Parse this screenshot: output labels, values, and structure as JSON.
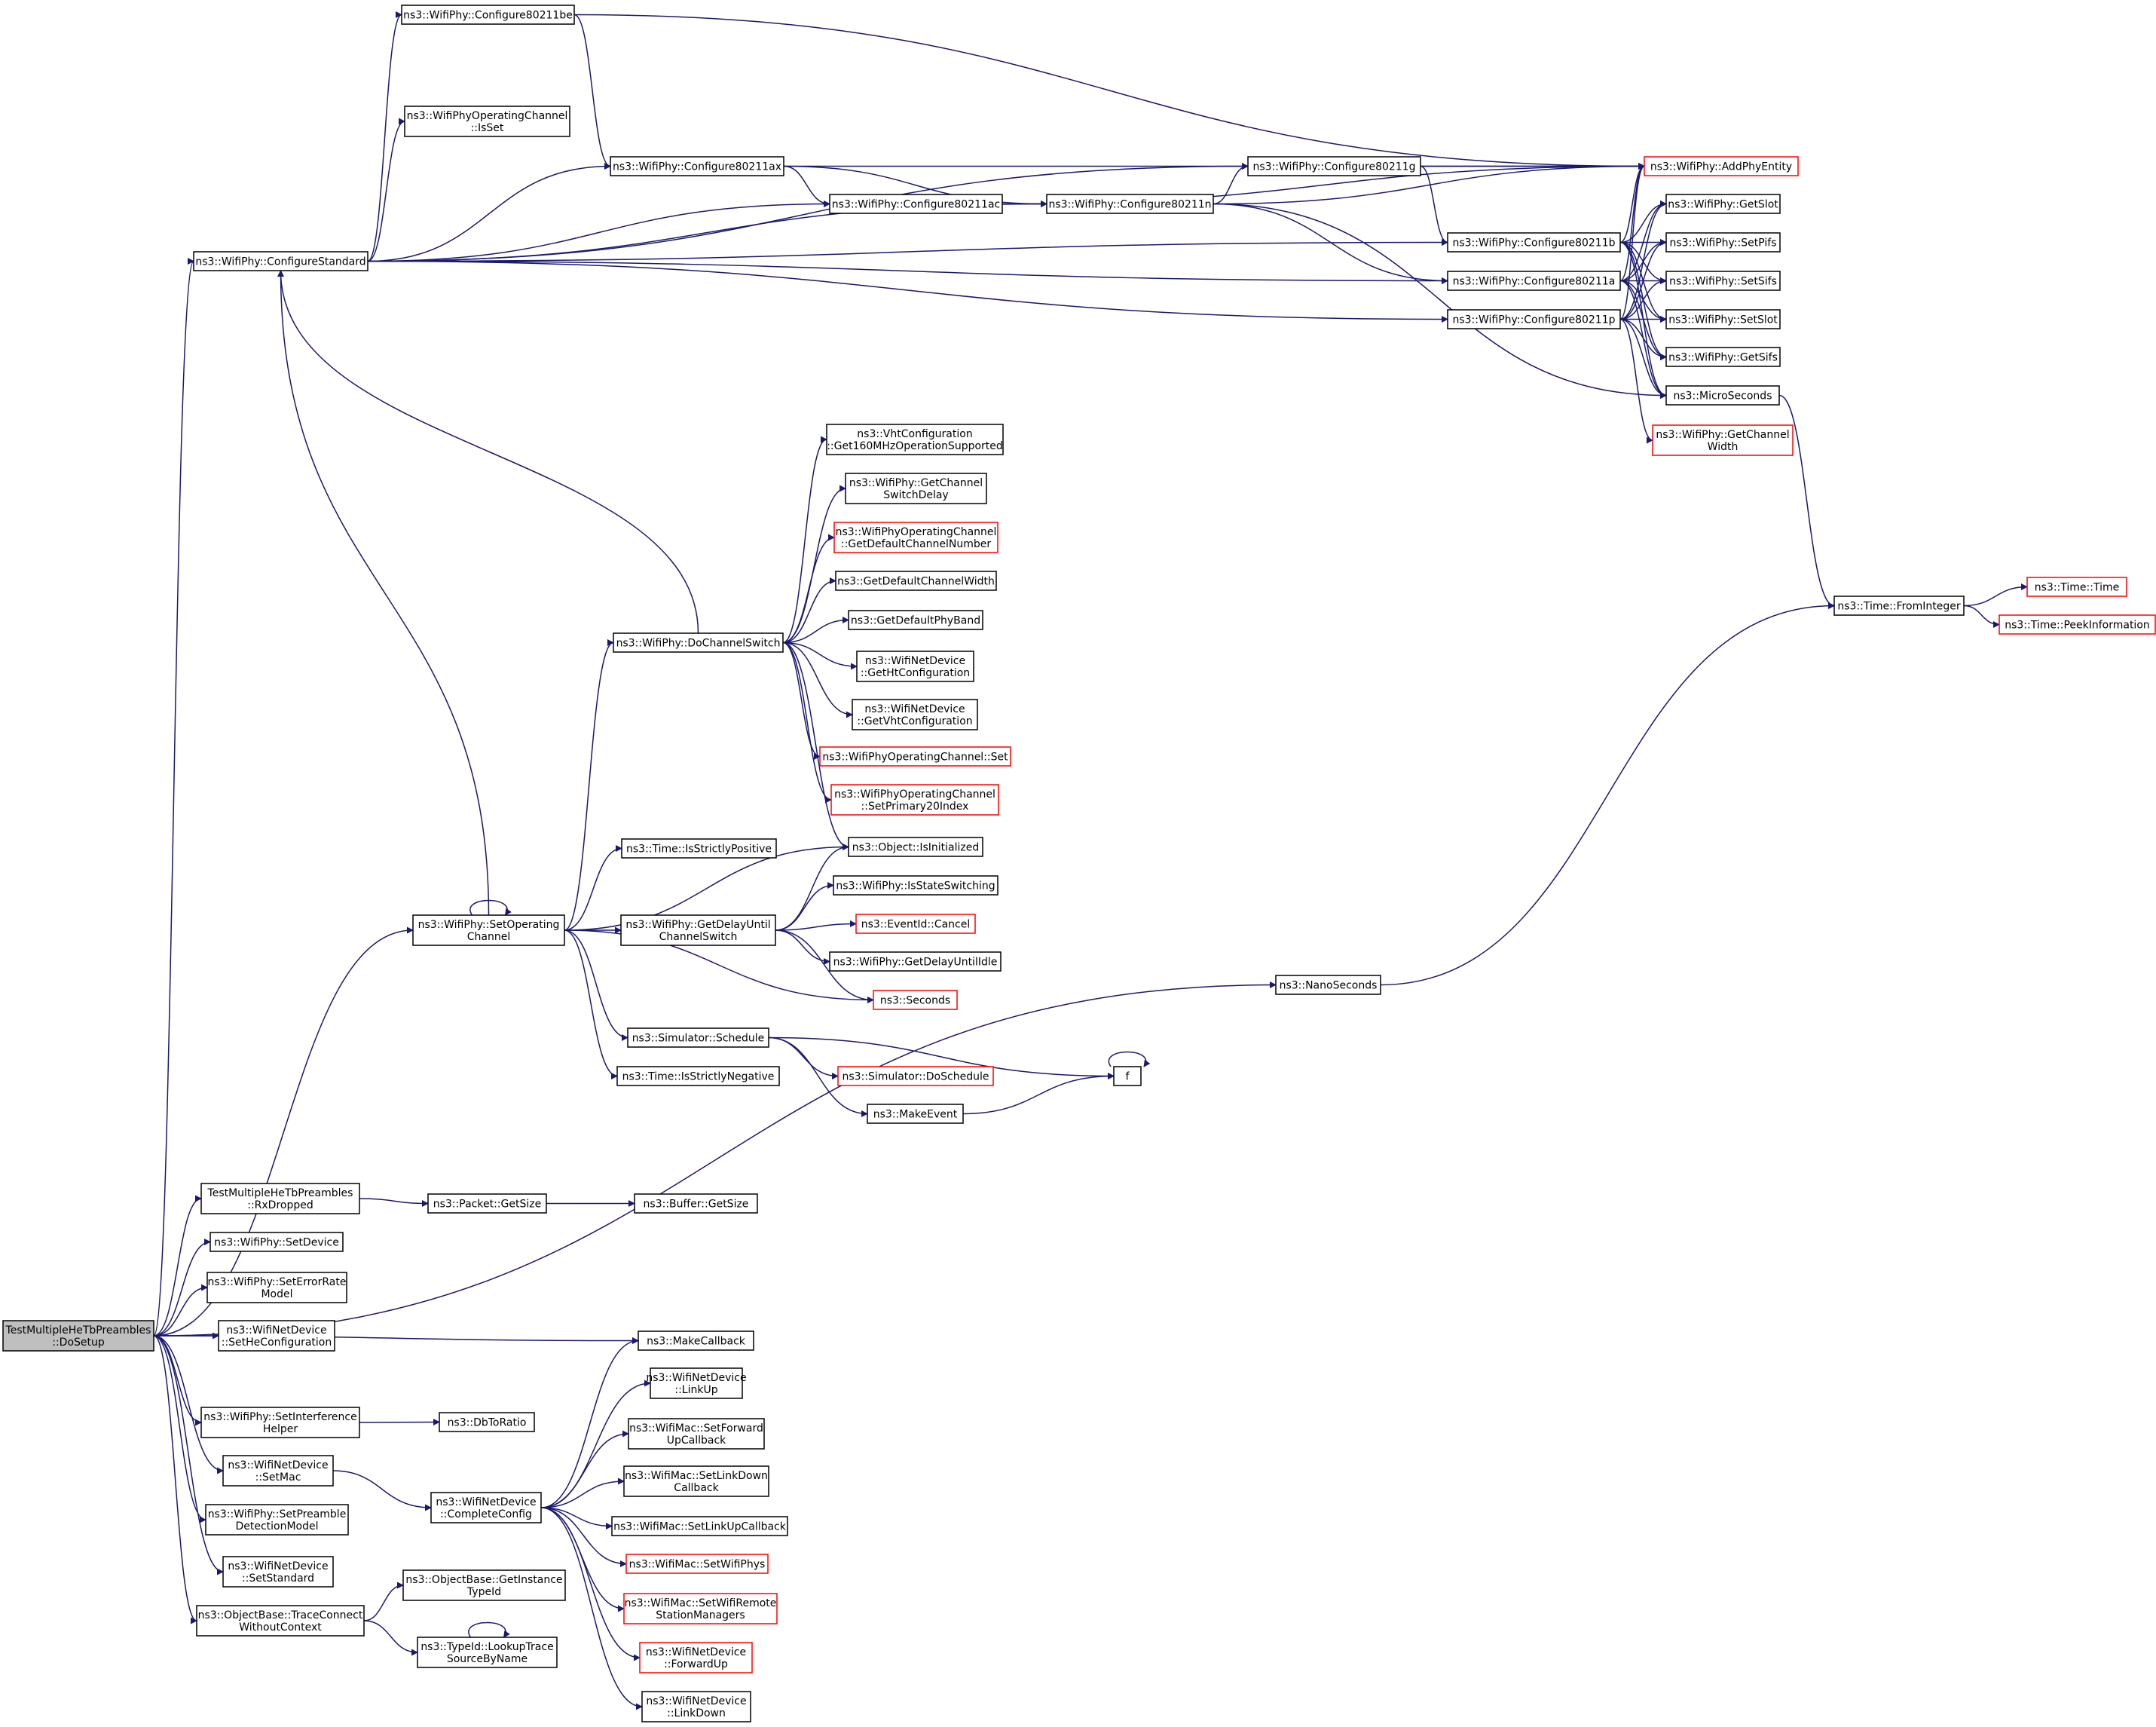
{
  "colors": {
    "edge": "#191970",
    "box_border": "#000000",
    "truncated_border": "#ff0000",
    "root_fill": "#bfbfbf",
    "background": "#ffffff"
  },
  "nodes": {
    "root": {
      "lines": [
        "TestMultipleHeTbPreambles",
        "::DoSetup"
      ],
      "style": "root"
    },
    "cfgStd": {
      "lines": [
        "ns3::WifiPhy::ConfigureStandard"
      ],
      "style": "normal"
    },
    "be": {
      "lines": [
        "ns3::WifiPhy::Configure80211be"
      ],
      "style": "normal"
    },
    "isSet": {
      "lines": [
        "ns3::WifiPhyOperatingChannel",
        "::IsSet"
      ],
      "style": "normal"
    },
    "ax": {
      "lines": [
        "ns3::WifiPhy::Configure80211ax"
      ],
      "style": "normal"
    },
    "ac": {
      "lines": [
        "ns3::WifiPhy::Configure80211ac"
      ],
      "style": "normal"
    },
    "n": {
      "lines": [
        "ns3::WifiPhy::Configure80211n"
      ],
      "style": "normal"
    },
    "g": {
      "lines": [
        "ns3::WifiPhy::Configure80211g"
      ],
      "style": "normal"
    },
    "b": {
      "lines": [
        "ns3::WifiPhy::Configure80211b"
      ],
      "style": "normal"
    },
    "a": {
      "lines": [
        "ns3::WifiPhy::Configure80211a"
      ],
      "style": "normal"
    },
    "p": {
      "lines": [
        "ns3::WifiPhy::Configure80211p"
      ],
      "style": "normal"
    },
    "addPhy": {
      "lines": [
        "ns3::WifiPhy::AddPhyEntity"
      ],
      "style": "red"
    },
    "getSlot": {
      "lines": [
        "ns3::WifiPhy::GetSlot"
      ],
      "style": "normal"
    },
    "setPifs": {
      "lines": [
        "ns3::WifiPhy::SetPifs"
      ],
      "style": "normal"
    },
    "setSifs": {
      "lines": [
        "ns3::WifiPhy::SetSifs"
      ],
      "style": "normal"
    },
    "setSlot": {
      "lines": [
        "ns3::WifiPhy::SetSlot"
      ],
      "style": "normal"
    },
    "getSifs": {
      "lines": [
        "ns3::WifiPhy::GetSifs"
      ],
      "style": "normal"
    },
    "micro": {
      "lines": [
        "ns3::MicroSeconds"
      ],
      "style": "normal"
    },
    "getChW": {
      "lines": [
        "ns3::WifiPhy::GetChannel",
        "Width"
      ],
      "style": "red"
    },
    "fromInt": {
      "lines": [
        "ns3::Time::FromInteger"
      ],
      "style": "normal"
    },
    "timeTime": {
      "lines": [
        "ns3::Time::Time"
      ],
      "style": "red"
    },
    "peek": {
      "lines": [
        "ns3::Time::PeekInformation"
      ],
      "style": "red"
    },
    "vht160": {
      "lines": [
        "ns3::VhtConfiguration",
        "::Get160MHzOperationSupported"
      ],
      "style": "normal"
    },
    "swDelay": {
      "lines": [
        "ns3::WifiPhy::GetChannel",
        "SwitchDelay"
      ],
      "style": "normal"
    },
    "defChNum": {
      "lines": [
        "ns3::WifiPhyOperatingChannel",
        "::GetDefaultChannelNumber"
      ],
      "style": "red"
    },
    "defChW": {
      "lines": [
        "ns3::GetDefaultChannelWidth"
      ],
      "style": "normal"
    },
    "defBand": {
      "lines": [
        "ns3::GetDefaultPhyBand"
      ],
      "style": "normal"
    },
    "doChSw": {
      "lines": [
        "ns3::WifiPhy::DoChannelSwitch"
      ],
      "style": "normal"
    },
    "htCfg": {
      "lines": [
        "ns3::WifiNetDevice",
        "::GetHtConfiguration"
      ],
      "style": "normal"
    },
    "vhtCfg": {
      "lines": [
        "ns3::WifiNetDevice",
        "::GetVhtConfiguration"
      ],
      "style": "normal"
    },
    "opSet": {
      "lines": [
        "ns3::WifiPhyOperatingChannel::Set"
      ],
      "style": "red"
    },
    "prim20": {
      "lines": [
        "ns3::WifiPhyOperatingChannel",
        "::SetPrimary20Index"
      ],
      "style": "red"
    },
    "strictPos": {
      "lines": [
        "ns3::Time::IsStrictlyPositive"
      ],
      "style": "normal"
    },
    "isInit": {
      "lines": [
        "ns3::Object::IsInitialized"
      ],
      "style": "normal"
    },
    "stateSw": {
      "lines": [
        "ns3::WifiPhy::IsStateSwitching"
      ],
      "style": "normal"
    },
    "setOpCh": {
      "lines": [
        "ns3::WifiPhy::SetOperating",
        "Channel"
      ],
      "style": "normal"
    },
    "delayCh": {
      "lines": [
        "ns3::WifiPhy::GetDelayUntil",
        "ChannelSwitch"
      ],
      "style": "normal"
    },
    "cancel": {
      "lines": [
        "ns3::EventId::Cancel"
      ],
      "style": "red"
    },
    "delayIdle": {
      "lines": [
        "ns3::WifiPhy::GetDelayUntilIdle"
      ],
      "style": "normal"
    },
    "seconds": {
      "lines": [
        "ns3::Seconds"
      ],
      "style": "red"
    },
    "schedule": {
      "lines": [
        "ns3::Simulator::Schedule"
      ],
      "style": "normal"
    },
    "doSched": {
      "lines": [
        "ns3::Simulator::DoSchedule"
      ],
      "style": "red"
    },
    "f": {
      "lines": [
        "f"
      ],
      "style": "normal"
    },
    "strictNeg": {
      "lines": [
        "ns3::Time::IsStrictlyNegative"
      ],
      "style": "normal"
    },
    "makeEvent": {
      "lines": [
        "ns3::MakeEvent"
      ],
      "style": "normal"
    },
    "nano": {
      "lines": [
        "ns3::NanoSeconds"
      ],
      "style": "normal"
    },
    "rxDrop": {
      "lines": [
        "TestMultipleHeTbPreambles",
        "::RxDropped"
      ],
      "style": "normal"
    },
    "pktSize": {
      "lines": [
        "ns3::Packet::GetSize"
      ],
      "style": "normal"
    },
    "bufSize": {
      "lines": [
        "ns3::Buffer::GetSize"
      ],
      "style": "normal"
    },
    "setDev": {
      "lines": [
        "ns3::WifiPhy::SetDevice"
      ],
      "style": "normal"
    },
    "setErr": {
      "lines": [
        "ns3::WifiPhy::SetErrorRate",
        "Model"
      ],
      "style": "normal"
    },
    "setHe": {
      "lines": [
        "ns3::WifiNetDevice",
        "::SetHeConfiguration"
      ],
      "style": "normal"
    },
    "makeCb": {
      "lines": [
        "ns3::MakeCallback"
      ],
      "style": "normal"
    },
    "linkUp": {
      "lines": [
        "ns3::WifiNetDevice",
        "::LinkUp"
      ],
      "style": "normal"
    },
    "setIntf": {
      "lines": [
        "ns3::WifiPhy::SetInterference",
        "Helper"
      ],
      "style": "normal"
    },
    "dbRatio": {
      "lines": [
        "ns3::DbToRatio"
      ],
      "style": "normal"
    },
    "fwdUpCb": {
      "lines": [
        "ns3::WifiMac::SetForward",
        "UpCallback"
      ],
      "style": "normal"
    },
    "setMac": {
      "lines": [
        "ns3::WifiNetDevice",
        "::SetMac"
      ],
      "style": "normal"
    },
    "linkDownCb": {
      "lines": [
        "ns3::WifiMac::SetLinkDown",
        "Callback"
      ],
      "style": "normal"
    },
    "complete": {
      "lines": [
        "ns3::WifiNetDevice",
        "::CompleteConfig"
      ],
      "style": "normal"
    },
    "setPre": {
      "lines": [
        "ns3::WifiPhy::SetPreamble",
        "DetectionModel"
      ],
      "style": "normal"
    },
    "linkUpCb": {
      "lines": [
        "ns3::WifiMac::SetLinkUpCallback"
      ],
      "style": "normal"
    },
    "setStd": {
      "lines": [
        "ns3::WifiNetDevice",
        "::SetStandard"
      ],
      "style": "normal"
    },
    "setPhys": {
      "lines": [
        "ns3::WifiMac::SetWifiPhys"
      ],
      "style": "red"
    },
    "getTid": {
      "lines": [
        "ns3::ObjectBase::GetInstance",
        "TypeId"
      ],
      "style": "normal"
    },
    "remoteMgr": {
      "lines": [
        "ns3::WifiMac::SetWifiRemote",
        "StationManagers"
      ],
      "style": "red"
    },
    "traceConn": {
      "lines": [
        "ns3::ObjectBase::TraceConnect",
        "WithoutContext"
      ],
      "style": "normal"
    },
    "lookup": {
      "lines": [
        "ns3::TypeId::LookupTrace",
        "SourceByName"
      ],
      "style": "normal"
    },
    "fwdUp": {
      "lines": [
        "ns3::WifiNetDevice",
        "::ForwardUp"
      ],
      "style": "red"
    },
    "linkDown": {
      "lines": [
        "ns3::WifiNetDevice",
        "::LinkDown"
      ],
      "style": "normal"
    }
  },
  "edges": [
    [
      "root",
      "cfgStd"
    ],
    [
      "root",
      "setOpCh"
    ],
    [
      "root",
      "nano"
    ],
    [
      "root",
      "rxDrop"
    ],
    [
      "root",
      "setDev"
    ],
    [
      "root",
      "setErr"
    ],
    [
      "root",
      "setHe"
    ],
    [
      "root",
      "makeCb"
    ],
    [
      "root",
      "setIntf"
    ],
    [
      "root",
      "setMac"
    ],
    [
      "root",
      "setPre"
    ],
    [
      "root",
      "setStd"
    ],
    [
      "root",
      "traceConn"
    ],
    [
      "cfgStd",
      "be"
    ],
    [
      "cfgStd",
      "isSet"
    ],
    [
      "cfgStd",
      "ax"
    ],
    [
      "cfgStd",
      "ac"
    ],
    [
      "cfgStd",
      "n"
    ],
    [
      "cfgStd",
      "g"
    ],
    [
      "cfgStd",
      "b"
    ],
    [
      "cfgStd",
      "a"
    ],
    [
      "cfgStd",
      "p"
    ],
    [
      "be",
      "addPhy"
    ],
    [
      "be",
      "ax"
    ],
    [
      "ax",
      "addPhy"
    ],
    [
      "ax",
      "ac"
    ],
    [
      "ax",
      "n"
    ],
    [
      "ac",
      "addPhy"
    ],
    [
      "ac",
      "n"
    ],
    [
      "n",
      "g"
    ],
    [
      "n",
      "addPhy"
    ],
    [
      "n",
      "a"
    ],
    [
      "n",
      "micro"
    ],
    [
      "g",
      "addPhy"
    ],
    [
      "g",
      "b"
    ],
    [
      "b",
      "addPhy"
    ],
    [
      "b",
      "getSlot"
    ],
    [
      "b",
      "setPifs"
    ],
    [
      "b",
      "setSifs"
    ],
    [
      "b",
      "setSlot"
    ],
    [
      "b",
      "getSifs"
    ],
    [
      "b",
      "micro"
    ],
    [
      "a",
      "addPhy"
    ],
    [
      "a",
      "getSlot"
    ],
    [
      "a",
      "setPifs"
    ],
    [
      "a",
      "setSifs"
    ],
    [
      "a",
      "setSlot"
    ],
    [
      "a",
      "getSifs"
    ],
    [
      "a",
      "micro"
    ],
    [
      "p",
      "addPhy"
    ],
    [
      "p",
      "getSlot"
    ],
    [
      "p",
      "setPifs"
    ],
    [
      "p",
      "setSifs"
    ],
    [
      "p",
      "setSlot"
    ],
    [
      "p",
      "getSifs"
    ],
    [
      "p",
      "micro"
    ],
    [
      "p",
      "getChW"
    ],
    [
      "micro",
      "fromInt"
    ],
    [
      "fromInt",
      "timeTime"
    ],
    [
      "fromInt",
      "peek"
    ],
    [
      "nano",
      "fromInt"
    ],
    [
      "doChSw",
      "cfgStd"
    ],
    [
      "doChSw",
      "vht160"
    ],
    [
      "doChSw",
      "swDelay"
    ],
    [
      "doChSw",
      "defChNum"
    ],
    [
      "doChSw",
      "defChW"
    ],
    [
      "doChSw",
      "defBand"
    ],
    [
      "doChSw",
      "htCfg"
    ],
    [
      "doChSw",
      "vhtCfg"
    ],
    [
      "doChSw",
      "opSet"
    ],
    [
      "doChSw",
      "prim20"
    ],
    [
      "doChSw",
      "isInit"
    ],
    [
      "setOpCh",
      "cfgStd"
    ],
    [
      "setOpCh",
      "doChSw"
    ],
    [
      "setOpCh",
      "strictPos"
    ],
    [
      "setOpCh",
      "isInit"
    ],
    [
      "setOpCh",
      "delayCh"
    ],
    [
      "setOpCh",
      "seconds"
    ],
    [
      "setOpCh",
      "schedule"
    ],
    [
      "setOpCh",
      "strictNeg"
    ],
    [
      "setOpCh",
      "setOpCh"
    ],
    [
      "delayCh",
      "isInit"
    ],
    [
      "delayCh",
      "stateSw"
    ],
    [
      "delayCh",
      "cancel"
    ],
    [
      "delayCh",
      "delayIdle"
    ],
    [
      "delayCh",
      "seconds"
    ],
    [
      "schedule",
      "f"
    ],
    [
      "schedule",
      "doSched"
    ],
    [
      "schedule",
      "makeEvent"
    ],
    [
      "makeEvent",
      "f"
    ],
    [
      "f",
      "f"
    ],
    [
      "rxDrop",
      "pktSize"
    ],
    [
      "pktSize",
      "bufSize"
    ],
    [
      "setIntf",
      "dbRatio"
    ],
    [
      "setMac",
      "complete"
    ],
    [
      "complete",
      "makeCb"
    ],
    [
      "complete",
      "linkUp"
    ],
    [
      "complete",
      "fwdUpCb"
    ],
    [
      "complete",
      "linkDownCb"
    ],
    [
      "complete",
      "linkUpCb"
    ],
    [
      "complete",
      "setPhys"
    ],
    [
      "complete",
      "remoteMgr"
    ],
    [
      "complete",
      "fwdUp"
    ],
    [
      "complete",
      "linkDown"
    ],
    [
      "traceConn",
      "getTid"
    ],
    [
      "traceConn",
      "lookup"
    ],
    [
      "lookup",
      "lookup"
    ]
  ]
}
